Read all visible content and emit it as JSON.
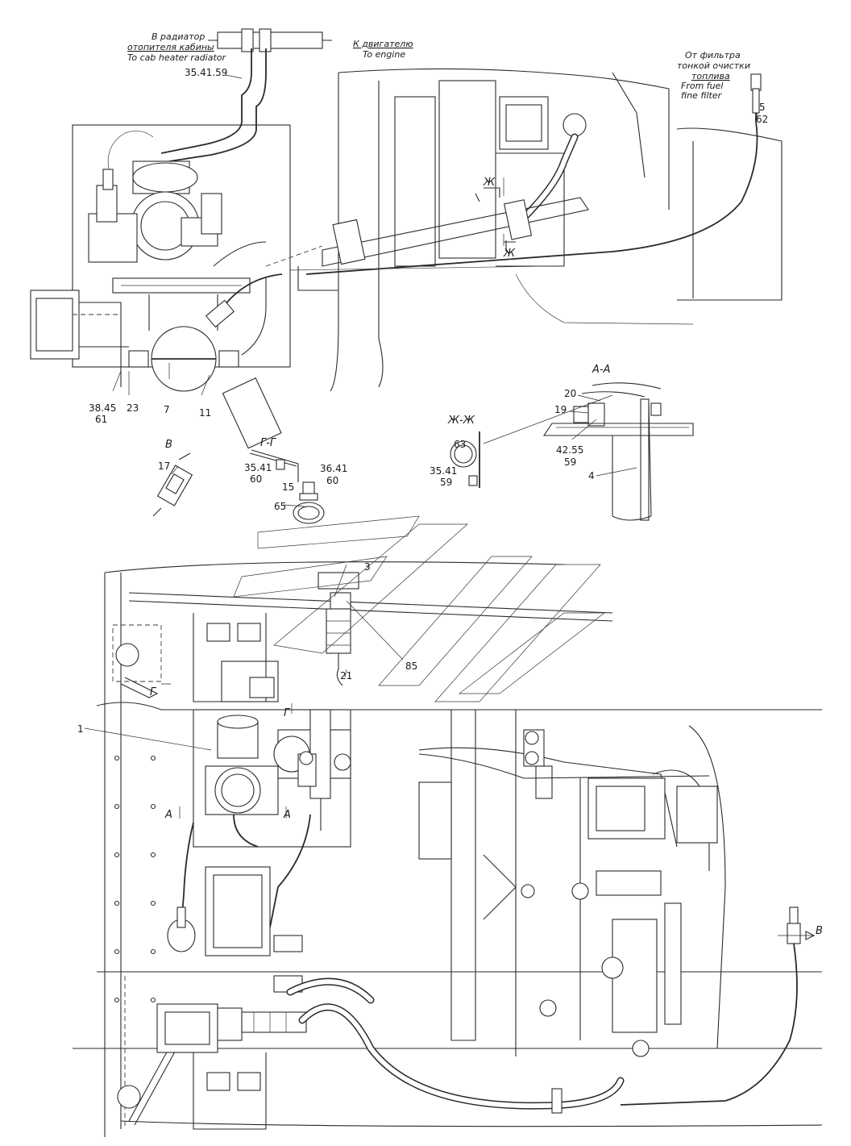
{
  "labels": {
    "to_heater_ru_1": "В радиатор",
    "to_heater_ru_2": "отопителя кабины",
    "to_heater_en": "To cab heater radiator",
    "to_engine_ru": "К двигателю",
    "to_engine_en": "To engine",
    "from_filter_ru_1": "От фильтра",
    "from_filter_ru_2": "тонкой очистки",
    "from_filter_ru_3": "топлива",
    "from_filter_en_1": "From fuel",
    "from_filter_en_2": "fine filter"
  },
  "sections": {
    "aa": "А-А",
    "gg": "Г-Г",
    "zhzh": "Ж-Ж",
    "v": "В",
    "zh_top": "Ж",
    "zh_bottom": "Ж",
    "g_left": "Г",
    "g_right": "Г",
    "a_left": "А",
    "a_right": "А",
    "v_arrow": "В"
  },
  "callouts": {
    "c_35_41_59_top": "35.41.59",
    "c_5": "5",
    "c_62": "62",
    "c_38_45": "38.45",
    "c_61": "61",
    "c_23": "23",
    "c_7": "7",
    "c_11": "11",
    "c_20": "20",
    "c_19": "19",
    "c_42_55": "42.55",
    "c_59_aa": "59",
    "c_4": "4",
    "c_17": "17",
    "c_35_41_gg": "35.41",
    "c_60_gg_left": "60",
    "c_15": "15",
    "c_36_41": "36.41",
    "c_60_gg_right": "60",
    "c_65": "65",
    "c_63": "63",
    "c_35_41_zh": "35.41",
    "c_59_zh": "59",
    "c_3": "3",
    "c_85": "85",
    "c_21": "21",
    "c_1": "1"
  }
}
